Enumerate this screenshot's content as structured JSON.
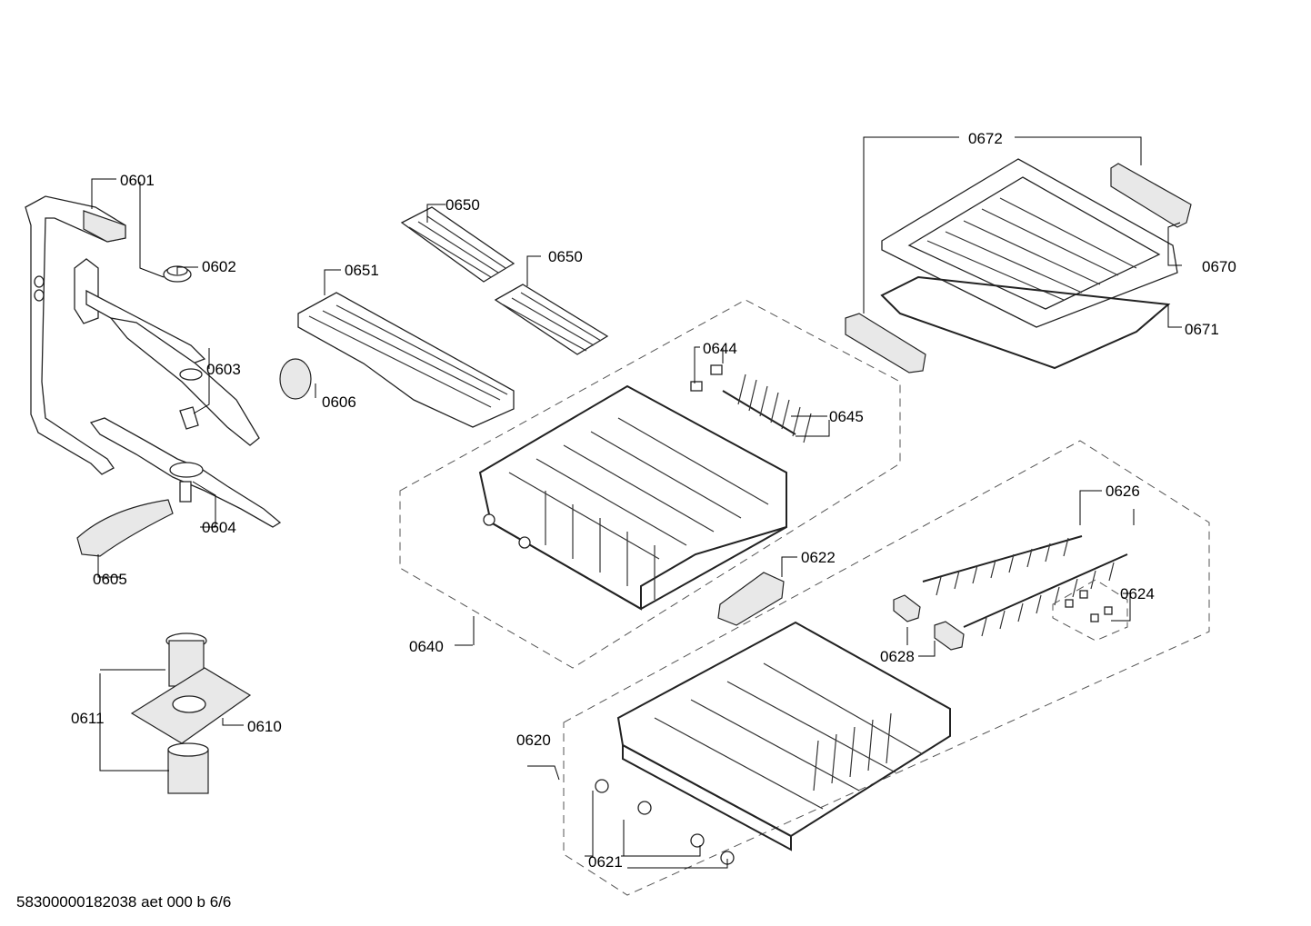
{
  "diagram": {
    "part_labels": {
      "p0601": "0601",
      "p0602": "0602",
      "p0603": "0603",
      "p0604": "0604",
      "p0605": "0605",
      "p0606": "0606",
      "p0610": "0610",
      "p0611": "0611",
      "p0620": "0620",
      "p0621": "0621",
      "p0622": "0622",
      "p0624": "0624",
      "p0626": "0626",
      "p0628": "0628",
      "p0640": "0640",
      "p0644": "0644",
      "p0645": "0645",
      "p0650a": "0650",
      "p0650b": "0650",
      "p0651": "0651",
      "p0670": "0670",
      "p0671": "0671",
      "p0672": "0672"
    },
    "footer": "58300000182038 aet 000 b 6/6"
  }
}
